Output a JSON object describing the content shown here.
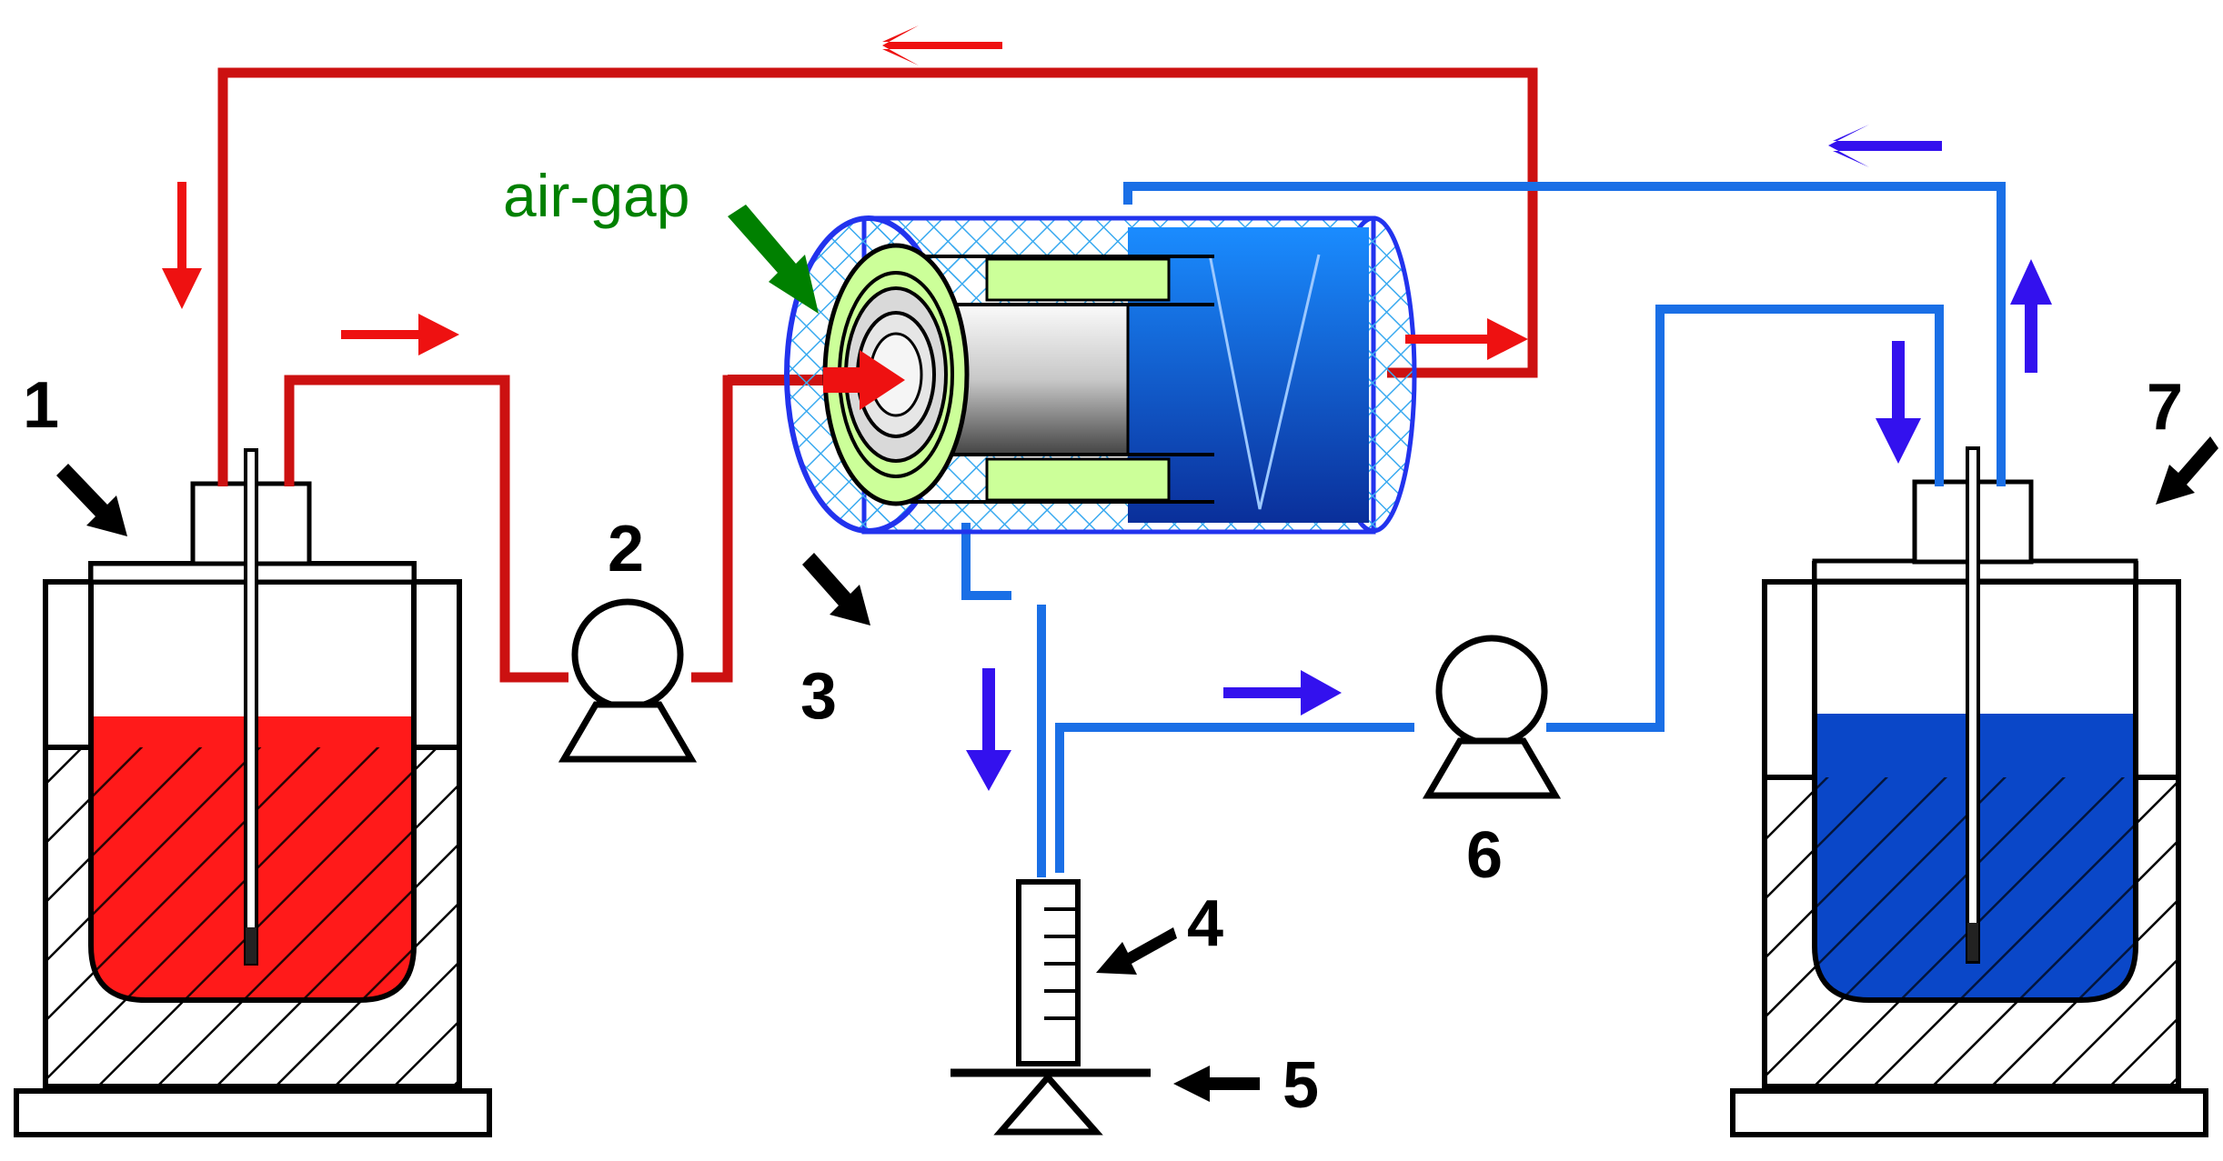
{
  "labels": {
    "air_gap": "air-gap",
    "n1": "1",
    "n2": "2",
    "n3": "3",
    "n4": "4",
    "n5": "5",
    "n6": "6",
    "n7": "7"
  },
  "colors": {
    "hot_loop": "#cc1111",
    "hot_liquid": "#ff1a1a",
    "cold_loop": "#1a6fe6",
    "cold_liquid": "#0a47c8",
    "flow_arrow_cold": "#3311ee",
    "air_gap": "#008000",
    "membrane_fill": "#ccff99",
    "frame": "#000000"
  }
}
